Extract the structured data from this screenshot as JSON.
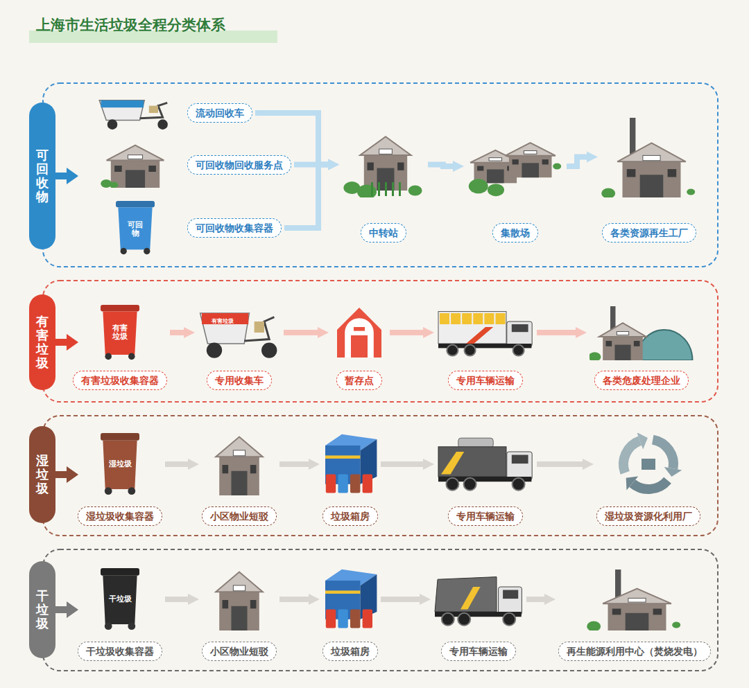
{
  "diagram": {
    "title": "上海市生活垃圾全程分类体系",
    "nodes": [
      {
        "text": [
          "可回收物"
        ]
      },
      {
        "text": [
          "流动回收车"
        ]
      },
      {
        "text": [
          "可回收物回收服务点"
        ]
      },
      {
        "text": [
          "可回收物收集容器"
        ]
      },
      {
        "text": [
          "中转站"
        ]
      },
      {
        "text": [
          "集散场"
        ]
      },
      {
        "text": [
          "各类资源再生工厂"
        ]
      },
      {
        "text": [
          "有害垃圾"
        ]
      },
      {
        "text": [
          "有害垃圾收集容器"
        ]
      },
      {
        "text": [
          "专用收集车"
        ]
      },
      {
        "text": [
          "暂存点"
        ]
      },
      {
        "text": [
          "专用车辆运输"
        ]
      },
      {
        "text": [
          "各类危废处理企业"
        ]
      },
      {
        "text": [
          "湿垃圾"
        ]
      },
      {
        "text": [
          "湿垃圾收集容器"
        ]
      },
      {
        "text": [
          "小区物业短驳"
        ]
      },
      {
        "text": [
          "垃圾箱房"
        ]
      },
      {
        "text": [
          "专用车辆运输"
        ]
      },
      {
        "text": [
          "湿垃圾资源化利用厂"
        ]
      },
      {
        "text": [
          "干垃圾"
        ]
      },
      {
        "text": [
          "干垃圾收集容器"
        ]
      },
      {
        "text": [
          "小区物业短驳"
        ]
      },
      {
        "text": [
          "垃圾箱房"
        ]
      },
      {
        "text": [
          "专用车辆运输"
        ]
      },
      {
        "text": [
          "再生能源利用中心（焚烧发电）"
        ]
      }
    ],
    "edges": [
      {
        "from": 1,
        "to": 4,
        "arrow": "to"
      },
      {
        "from": 2,
        "to": 4,
        "arrow": "to"
      },
      {
        "from": 3,
        "to": 4,
        "arrow": "to"
      },
      {
        "from": 4,
        "to": 5,
        "arrow": "to"
      },
      {
        "from": 5,
        "to": 6,
        "arrow": "to"
      },
      {
        "from": 8,
        "to": 9,
        "arrow": "to"
      },
      {
        "from": 9,
        "to": 10,
        "arrow": "to"
      },
      {
        "from": 10,
        "to": 11,
        "arrow": "to"
      },
      {
        "from": 11,
        "to": 12,
        "arrow": "to"
      },
      {
        "from": 14,
        "to": 15,
        "arrow": "to"
      },
      {
        "from": 15,
        "to": 16,
        "arrow": "to"
      },
      {
        "from": 16,
        "to": 17,
        "arrow": "to"
      },
      {
        "from": 17,
        "to": 18,
        "arrow": "to"
      },
      {
        "from": 20,
        "to": 21,
        "arrow": "to"
      },
      {
        "from": 21,
        "to": 22,
        "arrow": "to"
      },
      {
        "from": 22,
        "to": 23,
        "arrow": "to"
      },
      {
        "from": 23,
        "to": 24,
        "arrow": "to"
      }
    ],
    "labels": [
      "可回 物",
      "有害 垃圾",
      "有害垃圾",
      "湿垃圾",
      "干垃圾"
    ]
  }
}
